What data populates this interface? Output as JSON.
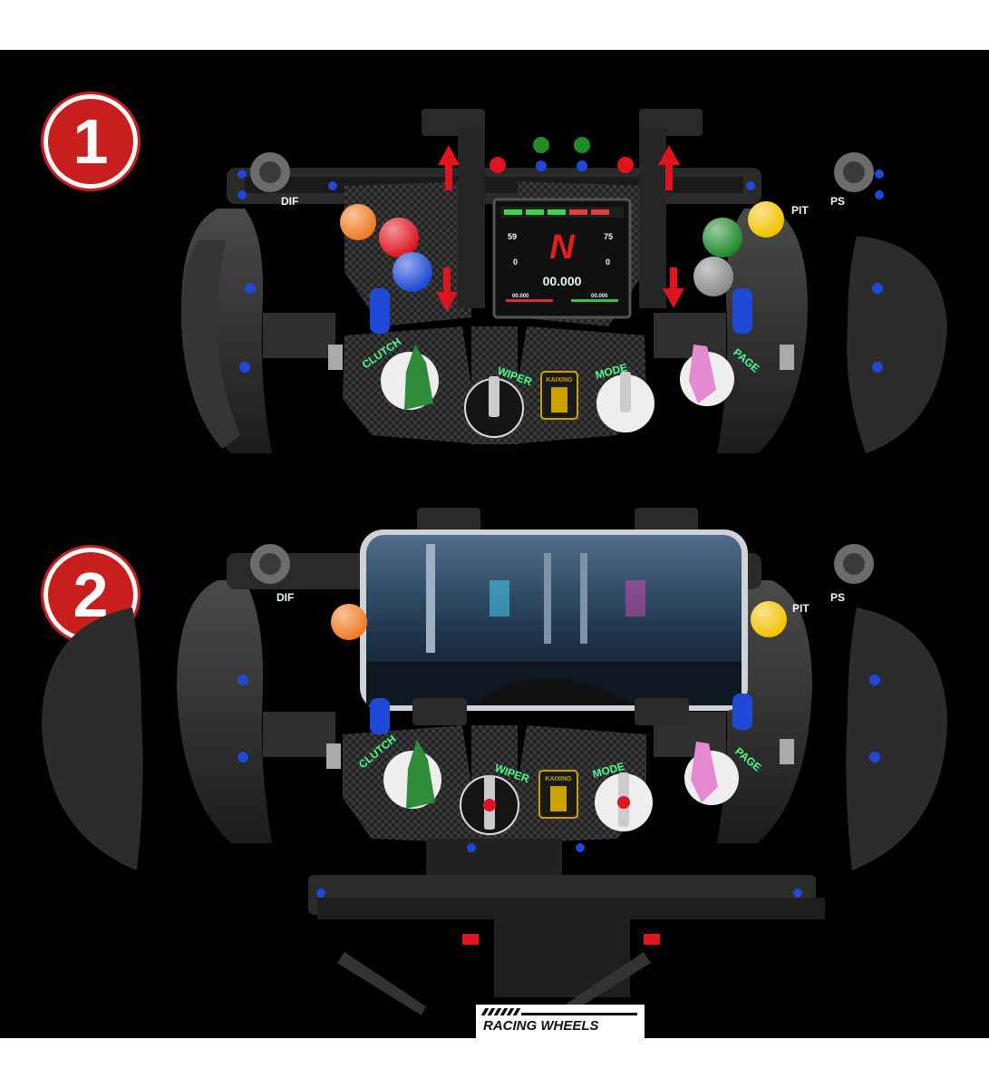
{
  "steps": {
    "step1_number": "1",
    "step2_number": "2"
  },
  "wheel_labels": {
    "dif": "DIF",
    "pit": "PIT",
    "ps": "PS",
    "clutch": "CLUTCH",
    "wiper": "WIPER",
    "mode": "MODE",
    "page": "PAGE",
    "brand": "KAIXING"
  },
  "display": {
    "gear": "N",
    "time": "00.000",
    "left_value": "59",
    "right_value": "75",
    "small_left": "0",
    "small_right": "0",
    "bottom_left": "00.000",
    "bottom_right": "00.000"
  },
  "footer": {
    "caption": "RACING WHEELS"
  },
  "colors": {
    "background": "#000000",
    "badge_red": "#c91e1e",
    "label_green": "#4cff8a",
    "button_orange": "#f07a22",
    "button_red": "#e0141e",
    "button_blue": "#1d49d6",
    "button_green": "#1f8a2a",
    "button_yellow": "#f2c200",
    "button_grey": "#8a8a8a",
    "knob_green": "#2e8b3a",
    "knob_pink": "#e58ad0"
  }
}
